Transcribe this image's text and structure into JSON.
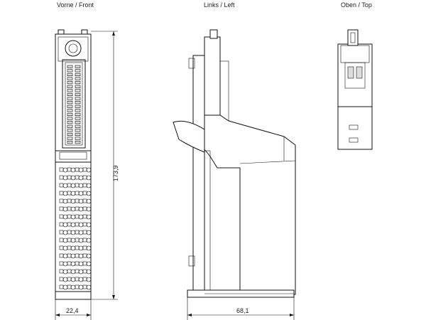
{
  "views": {
    "front_label": "Vorne / Front",
    "left_label": "Links / Left",
    "top_label": "Oben / Top"
  },
  "dimensions": {
    "height": "173,9",
    "front_width": "22,4",
    "left_depth": "68,1"
  }
}
